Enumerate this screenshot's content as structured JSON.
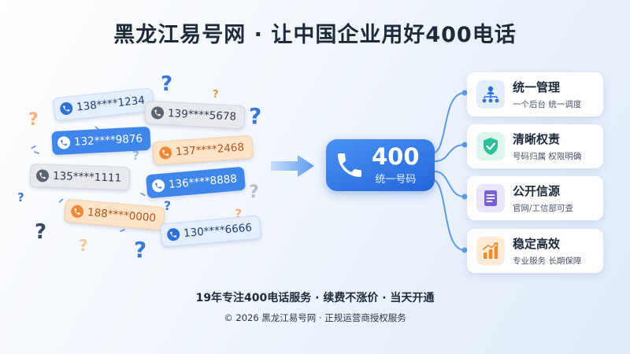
{
  "title": "黑龙江易号网 · 让中国企业用好400电话",
  "phones": [
    {
      "number": "138****1234",
      "style": "light"
    },
    {
      "number": "139****5678",
      "style": "gray"
    },
    {
      "number": "132****9876",
      "style": "blue"
    },
    {
      "number": "137****2468",
      "style": "orange"
    },
    {
      "number": "135****1111",
      "style": "gray"
    },
    {
      "number": "136****8888",
      "style": "blue"
    },
    {
      "number": "188****0000",
      "style": "orange"
    },
    {
      "number": "130****6666",
      "style": "light"
    }
  ],
  "question_mark": "?",
  "hub": {
    "number": "400",
    "label": "统一号码"
  },
  "features": [
    {
      "title": "统一管理",
      "subtitle": "一个后台  统一调度",
      "icon": "org-chart-icon",
      "color": "#2f6fd8"
    },
    {
      "title": "清晰权责",
      "subtitle": "号码归属  权限明确",
      "icon": "shield-check-icon",
      "color": "#2fbf9a"
    },
    {
      "title": "公开信源",
      "subtitle": "官网/工信部可查",
      "icon": "document-icon",
      "color": "#7b5fd6"
    },
    {
      "title": "稳定高效",
      "subtitle": "专业服务  长期保障",
      "icon": "bar-chart-up-icon",
      "color": "#f08a2a"
    }
  ],
  "footer": {
    "tagline": "19年专注400电话服务  ·  续费不涨价  ·  当天开通",
    "copyright": "© 2026 黑龙江易号网 · 正规运营商授权服务"
  }
}
